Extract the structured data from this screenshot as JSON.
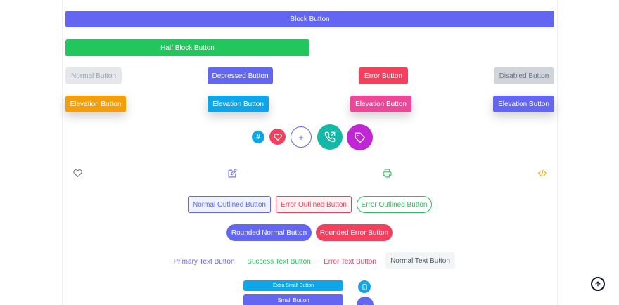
{
  "buttons": {
    "block": "Block Button",
    "half_block": "Half Block Button",
    "normal": "Normal Button",
    "depressed": "Depressed Button",
    "error": "Error Button",
    "disabled": "Disabled Button",
    "elevation_amber": "Elevation Button",
    "elevation_sky": "Elevation Button",
    "elevation_pink": "Elevation Button",
    "elevation_indigo": "Elevation Button"
  },
  "fab": {
    "small_symbol": "#",
    "plus_symbol": "+"
  },
  "icon_buttons": [
    "heart-outline-icon",
    "edit-icon",
    "printer-icon",
    "code-icon"
  ],
  "outlined": {
    "normal": "Normal Outlined Button",
    "error": "Error Outlined Button",
    "success": "Error Outlined Button"
  },
  "rounded": {
    "normal": "Rounded Normal Button",
    "error": "Rounded Error Button"
  },
  "text_buttons": {
    "primary": "Primary Text Button",
    "success": "Success Text Button",
    "error": "Error Text Button",
    "normal": "Normal Text Button"
  },
  "sizes": {
    "extra_small": "Extra Small Button",
    "small": "Small Button"
  },
  "colors": {
    "indigo": "#6366f1",
    "green": "#22c55e",
    "red": "#f43f5e",
    "amber": "#f59e0b",
    "sky": "#0ea5e9",
    "pink": "#ec4899",
    "teal": "#14b8a6",
    "purple": "#c026d3"
  }
}
